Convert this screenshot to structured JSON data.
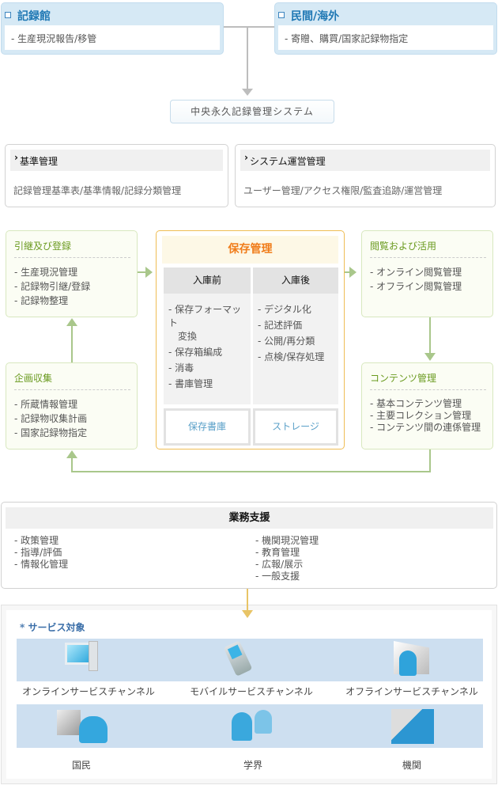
{
  "sources": [
    {
      "title": "記録館",
      "items": [
        "- 生産現況報告/移管"
      ]
    },
    {
      "title": "民間/海外",
      "items": [
        "- 寄贈、購買/国家記録物指定"
      ]
    }
  ],
  "central": "中央永久記録管理システム",
  "admin": [
    {
      "title": "基準管理",
      "body": "記録管理基準表/基準情報/記録分類管理"
    },
    {
      "title": "システム運営管理",
      "body": "ユーザー管理/アクセス権限/監査追跡/運営管理"
    }
  ],
  "transfer": {
    "title": "引継及び登録",
    "items": [
      "- 生産現況管理",
      "- 記録物引継/登録",
      "- 記録物整理"
    ]
  },
  "collection": {
    "title": "企画収集",
    "items": [
      "- 所蔵情報管理",
      "- 記録物収集計画",
      "- 国家記録物指定"
    ]
  },
  "preservation": {
    "title": "保存管理",
    "before": {
      "title": "入庫前",
      "items": [
        "- 保存フォーマット",
        "　変換",
        "- 保存箱編成",
        "- 消毒",
        "- 書庫管理"
      ]
    },
    "after": {
      "title": "入庫後",
      "items": [
        "- デジタル化",
        "- 記述評価",
        "- 公開/再分類",
        "- 点検/保存処理"
      ]
    },
    "stack": "保存書庫",
    "storage": "ストレージ"
  },
  "access": {
    "title": "閲覧および活用",
    "items": [
      "- オンライン閲覧管理",
      "- オフライン閲覧管理"
    ]
  },
  "contents": {
    "title": "コンテンツ管理",
    "items": [
      "- 基本コンテンツ管理",
      "- 主要コレクション管理",
      "- コンテンツ間の連係管理"
    ]
  },
  "support": {
    "title": "業務支援",
    "left": [
      "- 政策管理",
      "- 指導/評価",
      "- 情報化管理"
    ],
    "right": [
      "- 機関現況管理",
      "- 教育管理",
      "- 広報/展示",
      "- 一般支援"
    ]
  },
  "service": {
    "title": "* サービス対象",
    "channels": [
      "オンラインサービスチャンネル",
      "モバイルサービスチャンネル",
      "オフラインサービスチャンネル"
    ],
    "targets": [
      "国民",
      "学界",
      "機関"
    ]
  }
}
